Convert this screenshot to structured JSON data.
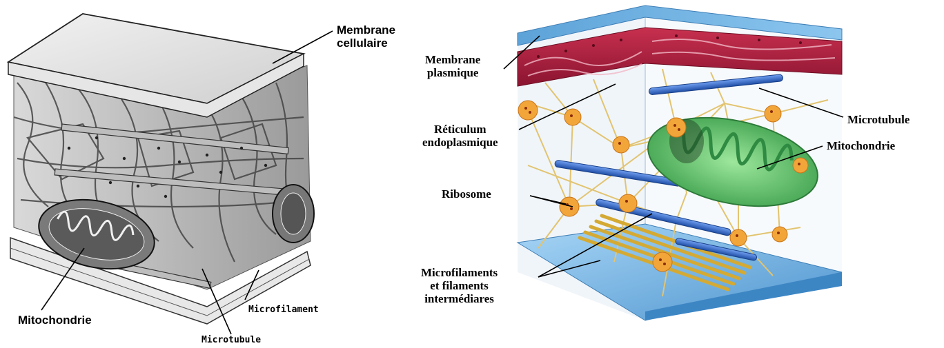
{
  "left_diagram": {
    "labels": {
      "membrane": "Membrane\ncellulaire",
      "mitochondrie": "Mitochondrie",
      "microtubule": "Microtubule",
      "microfilament": "Microfilament"
    }
  },
  "right_diagram": {
    "labels": {
      "membrane": "Membrane\nplasmique",
      "reticulum": "Réticulum\nendoplasmique",
      "ribosome": "Ribosome",
      "microfilaments": "Microfilaments\net filaments\nintermédiares",
      "microtubule": "Microtubule",
      "mitochondrie": "Mitochondrie"
    }
  },
  "colors": {
    "membrane_red": "#b3203f",
    "membrane_blue": "#6aaee0",
    "microtubule_blue": "#2f66c8",
    "filament_yellow": "#e8c66a",
    "ribosome_orange": "#f2a63a",
    "mitochondria_green": "#5fc66a"
  }
}
